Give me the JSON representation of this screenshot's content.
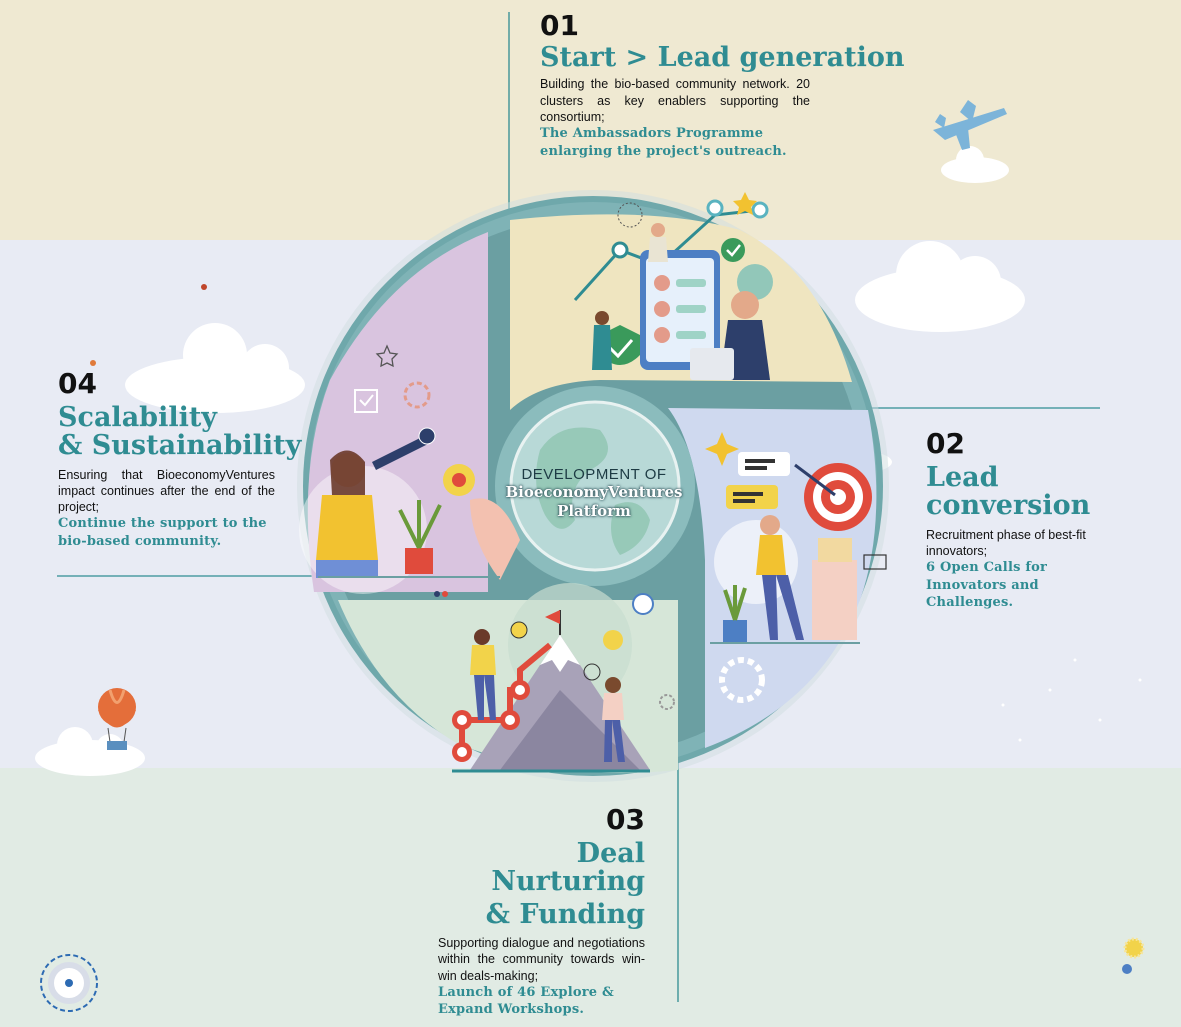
{
  "center": {
    "line1": "DEVELOPMENT OF",
    "line2": "BioeconomyVentures",
    "line3": "Platform"
  },
  "stages": [
    {
      "number": "01",
      "title": "Start > Lead generation",
      "body": "Building the bio-based community network. 20 clusters as key enablers supporting the consortium;",
      "highlight": "The Ambassadors Programme enlarging the project's outreach."
    },
    {
      "number": "02",
      "title_line1": "Lead",
      "title_line2": "conversion",
      "body": "Recruitment phase of best-fit innovators;",
      "highlight": "6 Open Calls for Innovators and Challenges."
    },
    {
      "number": "03",
      "title_line1": "Deal Nurturing",
      "title_line2": "& Funding",
      "body": "Supporting dialogue and negotiations within the community towards win-win deals-making;",
      "highlight": "Launch of 46 Explore & Expand Workshops."
    },
    {
      "number": "04",
      "title_line1": "Scalability",
      "title_line2": "& Sustainability",
      "body": "Ensuring that BioeconomyVentures impact continues after the end of the project;",
      "highlight": "Continue the support to the bio-based community."
    }
  ],
  "colors": {
    "teal": "#2f8c92",
    "ring": "#6fa8ab",
    "q1": "#efe5c0",
    "q2": "#cfd9ef",
    "q3": "#d6e6d8",
    "q4": "#d9c4df"
  }
}
